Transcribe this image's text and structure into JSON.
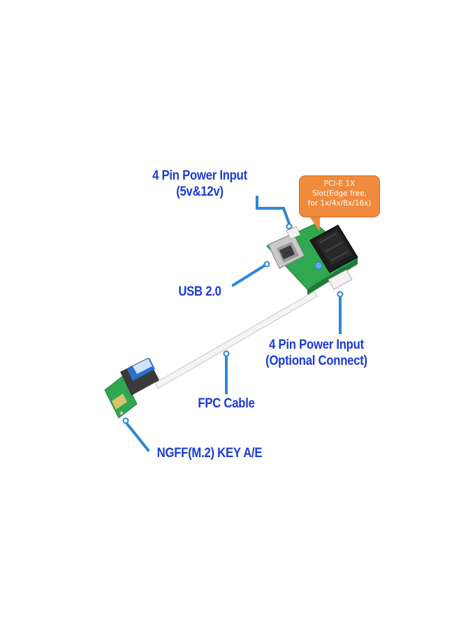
{
  "labels": {
    "power_top": {
      "line1": "4 Pin Power Input",
      "line2": "(5v&12v)"
    },
    "usb": "USB 2.0",
    "power_optional": {
      "line1": "4 Pin Power Input",
      "line2": "(Optional Connect)"
    },
    "fpc": "FPC Cable",
    "ngff": "NGFF(M.2) KEY A/E"
  },
  "callout": {
    "line1": "PCI-E 1X",
    "line2": "Slot(Edge free,",
    "line3": "for 1x/4x/8x/16x)"
  },
  "colors": {
    "label_text": "#1a3bd6",
    "leader_line": "#2f86d6",
    "callout_fill": "#f08a3c",
    "pcb_green": "#2fa84f"
  }
}
